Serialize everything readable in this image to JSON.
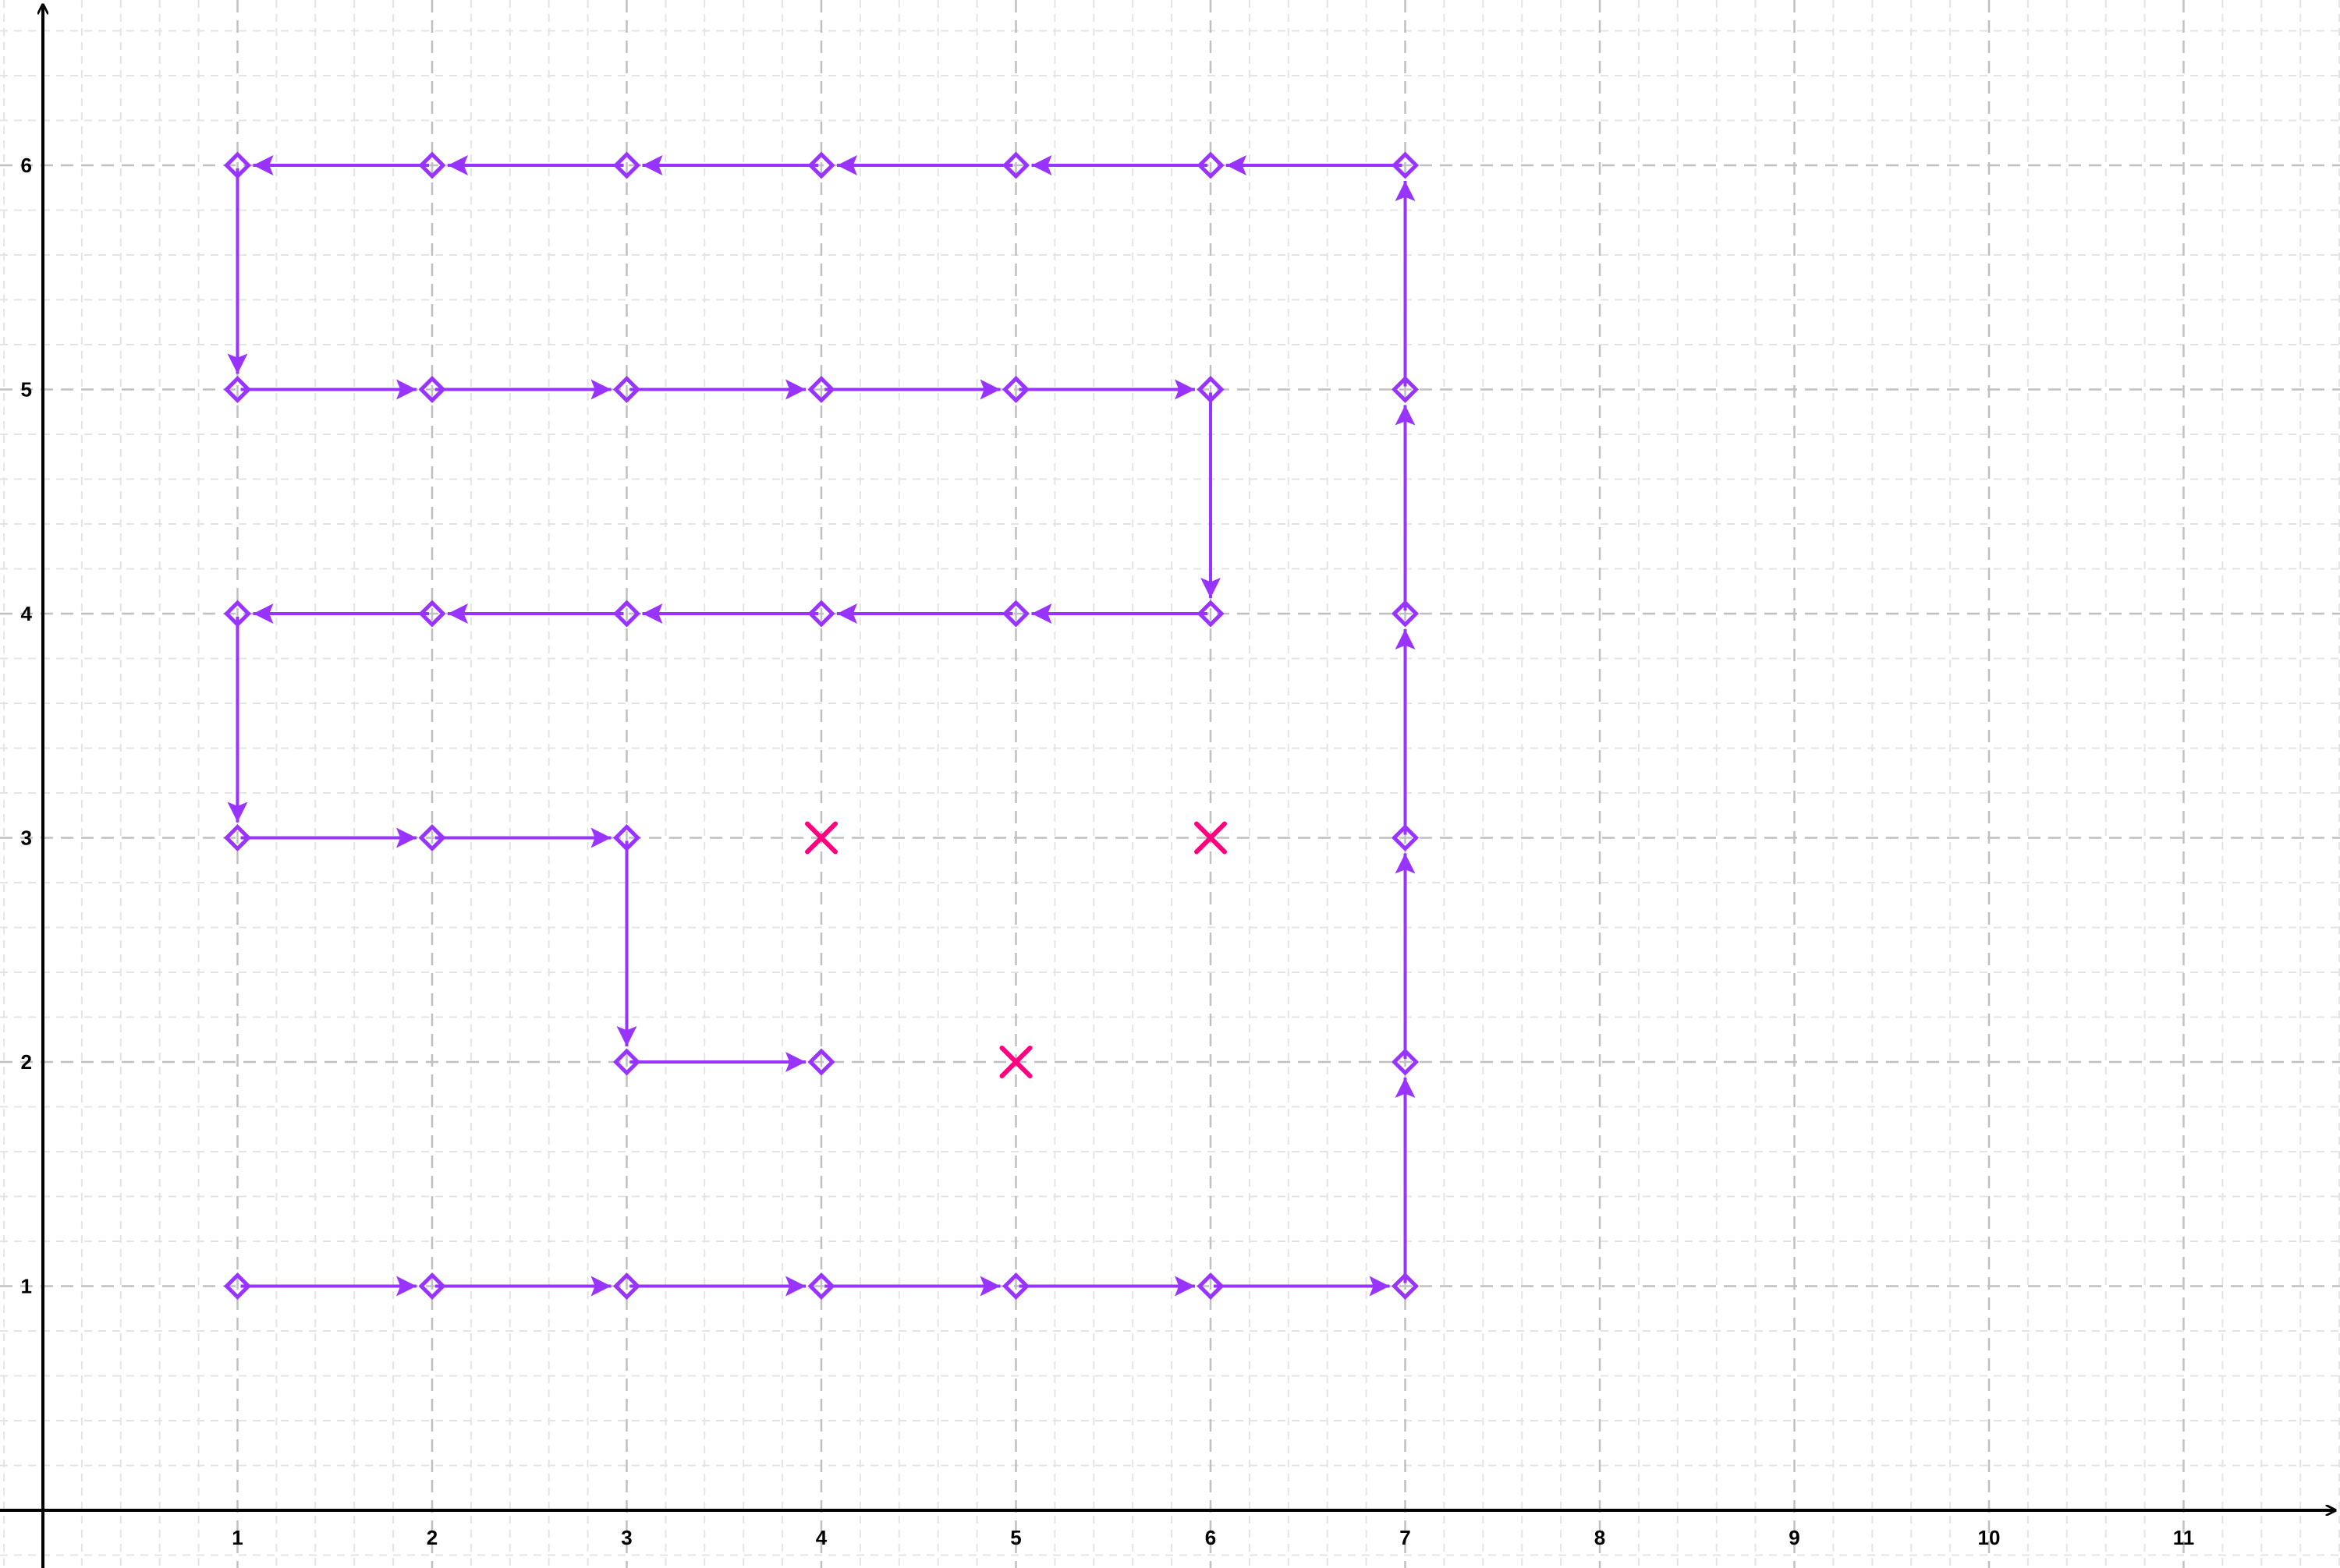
{
  "chart_data": {
    "type": "line",
    "title": "",
    "xlabel": "",
    "ylabel": "",
    "xlim": [
      -0.75,
      11.75
    ],
    "ylim": [
      -0.3,
      6.7
    ],
    "grid": true,
    "x_ticks": [
      "1",
      "2",
      "3",
      "4",
      "5",
      "6",
      "7",
      "8",
      "9",
      "10",
      "11"
    ],
    "y_ticks": [
      "1",
      "2",
      "3",
      "4",
      "5",
      "6"
    ],
    "path": [
      [
        1,
        1
      ],
      [
        2,
        1
      ],
      [
        3,
        1
      ],
      [
        4,
        1
      ],
      [
        5,
        1
      ],
      [
        6,
        1
      ],
      [
        7,
        1
      ],
      [
        7,
        2
      ],
      [
        7,
        3
      ],
      [
        7,
        4
      ],
      [
        7,
        5
      ],
      [
        7,
        6
      ],
      [
        6,
        6
      ],
      [
        5,
        6
      ],
      [
        4,
        6
      ],
      [
        3,
        6
      ],
      [
        2,
        6
      ],
      [
        1,
        6
      ],
      [
        1,
        5
      ],
      [
        2,
        5
      ],
      [
        3,
        5
      ],
      [
        4,
        5
      ],
      [
        5,
        5
      ],
      [
        6,
        5
      ],
      [
        6,
        4
      ],
      [
        5,
        4
      ],
      [
        4,
        4
      ],
      [
        3,
        4
      ],
      [
        2,
        4
      ],
      [
        1,
        4
      ],
      [
        1,
        3
      ],
      [
        2,
        3
      ],
      [
        3,
        3
      ],
      [
        3,
        2
      ],
      [
        4,
        2
      ]
    ],
    "obstacles": [
      [
        4,
        3
      ],
      [
        6,
        3
      ],
      [
        5,
        2
      ]
    ],
    "colors": {
      "path": "#9933ff",
      "obstacle": "#ff0080",
      "grid": "#c0c0c0",
      "axis": "#000000"
    }
  }
}
